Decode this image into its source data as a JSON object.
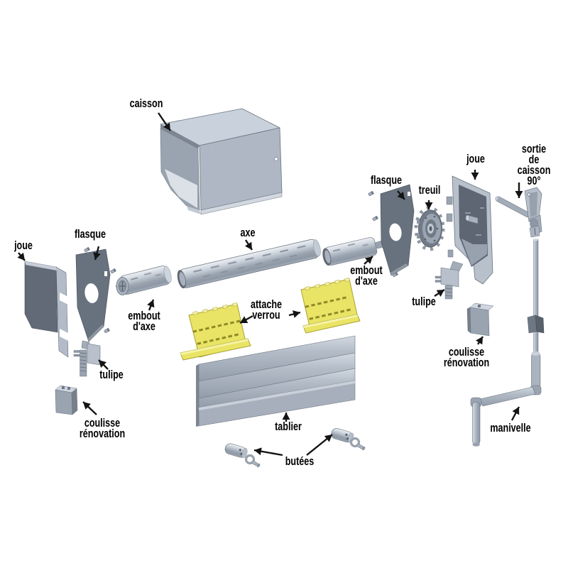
{
  "diagram": {
    "type": "exploded-parts-diagram",
    "subject": "roller shutter components (volet roulant)",
    "background": "#ffffff",
    "label_color": "#000000",
    "colors": {
      "metal_light": "#cfd6df",
      "metal_mid": "#a8b1bd",
      "metal_dark": "#5d6672",
      "plate_dark": "#68727f",
      "yellow": "#e9e465",
      "yellow_dark": "#a9a232",
      "arrow": "#141414"
    }
  },
  "labels": {
    "caisson": "caisson",
    "joue_left": "joue",
    "flasque_left": "flasque",
    "axe": "axe",
    "embout_axe_left": "embout\nd'axe",
    "embout_axe_right": "embout\nd'axe",
    "attache_verrou": "attache\nverrou",
    "flasque_right": "flasque",
    "treuil": "treuil",
    "joue_right": "joue",
    "sortie_caisson": "sortie\nde\ncaisson 90°",
    "tulipe_left": "tulipe",
    "tulipe_right": "tulipe",
    "coulisse_left": "coulisse\nrénovation",
    "coulisse_right": "coulisse\nrénovation",
    "tablier": "tablier",
    "butees": "butées",
    "manivelle": "manivelle"
  }
}
